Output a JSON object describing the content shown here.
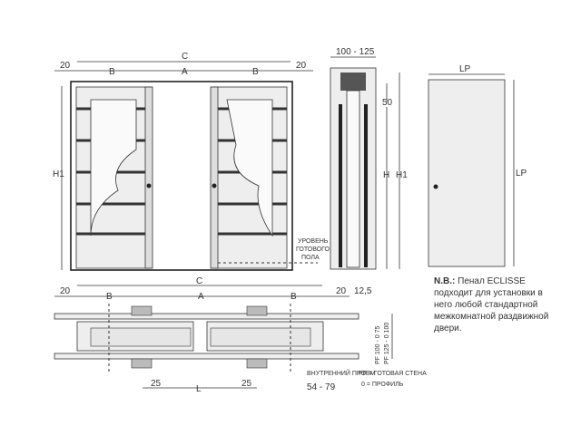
{
  "front_view": {
    "dim_left": "20",
    "dim_b_left": "B",
    "dim_a": "A",
    "dim_b_right": "B",
    "dim_right": "20",
    "dim_c": "C",
    "dim_h1": "H1"
  },
  "floor_label": [
    "УРОВЕНЬ",
    "ГОТОВОГО",
    "ПОЛА"
  ],
  "side_view": {
    "width": "100 - 125",
    "dim_50": "50",
    "dim_h": "H",
    "dim_h1": "H1"
  },
  "door_view": {
    "width": "LP",
    "height": "LP"
  },
  "plan_view": {
    "dim_left": "20",
    "dim_b_left": "B",
    "dim_c": "C",
    "dim_a": "A",
    "dim_b_right": "B",
    "dim_right": "20",
    "dim_12_5": "12,5",
    "dim_25_left": "25",
    "dim_l": "L",
    "dim_25_right": "25",
    "pf_100": "PF 100 - 0 75",
    "pf_125": "PF 125 - 0 100",
    "inner_opening": "ВНУТРЕННИЙ ПРОЕМ",
    "inner_range": "54 - 79",
    "pf_legend": "PF = ГОТОВАЯ СТЕНА",
    "o_legend": "0 = ПРОФИЛЬ"
  },
  "note": {
    "label": "N.B.:",
    "text": "Пенал ECLISSE подходит для установки в него любой стандартной межкомнатной раздвижной двери."
  }
}
